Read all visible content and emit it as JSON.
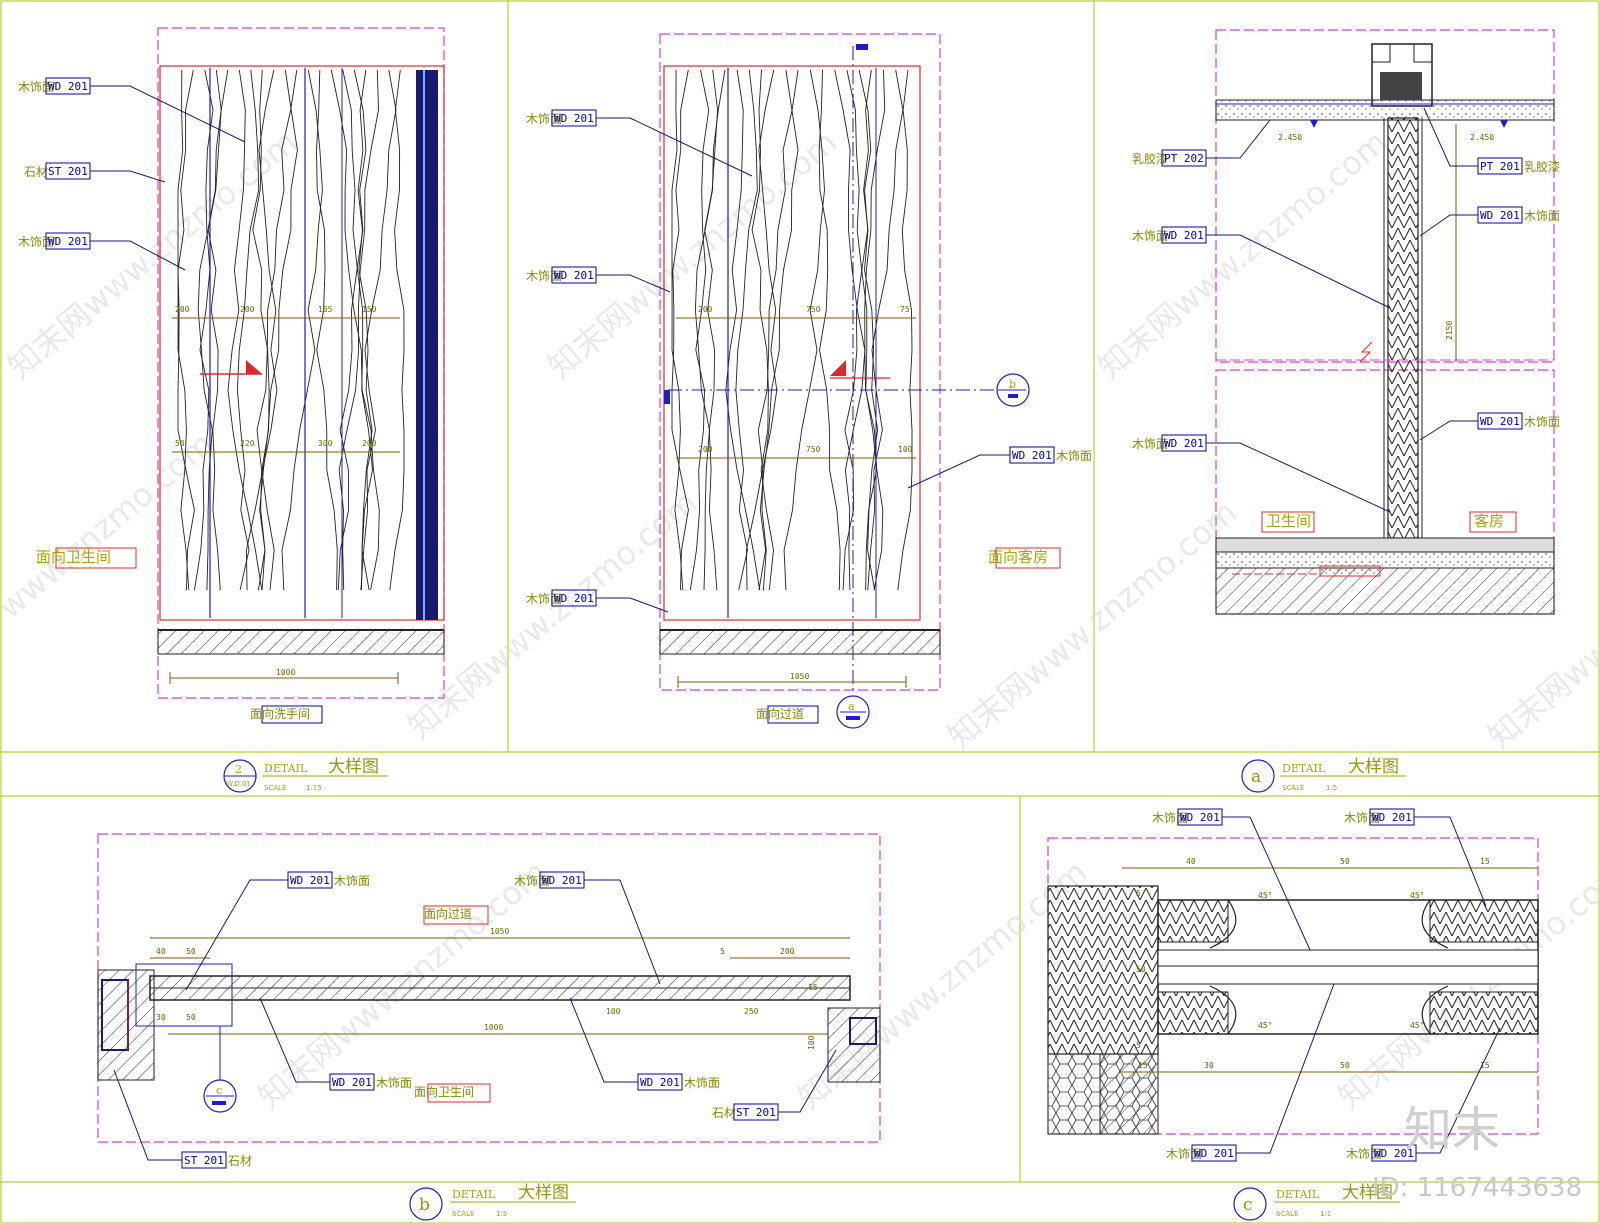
{
  "brand": "知末",
  "image_id": "ID: 1167443638",
  "watermark": "知末网www.znzmo.com",
  "watermark_short": "www.znzmo.com",
  "colors": {
    "frame": "#b4d42a",
    "magenta": "#e23ccf",
    "red": "#e0282a",
    "blue": "#1c1cd0",
    "navy": "#1a1a70",
    "olive": "#8a8a00",
    "wood": "#222222"
  },
  "panels": {
    "elev_wash": {
      "labels": [
        {
          "text": "木饰面",
          "code": "WD 201"
        },
        {
          "text": "石材",
          "code": "ST 201"
        },
        {
          "text": "木饰面",
          "code": "WD 201"
        }
      ],
      "room_side": "面向卫生间",
      "room_bottom": "面向洗手间",
      "dim_bottom": "1000",
      "dims_row1": [
        "200",
        "200",
        "165",
        "150"
      ],
      "dims_row2": [
        "50",
        "220",
        "300",
        "200"
      ]
    },
    "elev_corridor": {
      "labels": [
        {
          "text": "木饰面",
          "code": "WD 201"
        },
        {
          "text": "木饰面",
          "code": "WD 201"
        },
        {
          "text": "木饰面",
          "code": "WD 201"
        }
      ],
      "label_right": {
        "code": "WD 201",
        "text": "木饰面"
      },
      "room_side": "面向客房",
      "room_bottom": "面向过道",
      "dim_bottom": "1050",
      "dims_row1": [
        "200",
        "750",
        "75"
      ],
      "dims_row2": [
        "200",
        "750",
        "100"
      ],
      "callout_a": "a",
      "callout_b": "b"
    },
    "section_a": {
      "labels_left": [
        {
          "text": "乳胶漆",
          "code": "PT 202"
        },
        {
          "text": "木饰面",
          "code": "WD 201"
        },
        {
          "text": "木饰面",
          "code": "WD 201"
        }
      ],
      "labels_right": [
        {
          "code": "PT 201",
          "text": "乳胶漆"
        },
        {
          "code": "WD 201",
          "text": "木饰面"
        },
        {
          "code": "WD 201",
          "text": "木饰面"
        }
      ],
      "level_left": "2.450",
      "level_right": "2.450",
      "dim_v": "2150",
      "room_left": "卫生间",
      "room_right": "客房"
    },
    "plan_b": {
      "labels_top": [
        {
          "code": "WD 201",
          "text": "木饰面"
        },
        {
          "text": "木饰面",
          "code": "WD 201"
        }
      ],
      "labels_bottom": [
        {
          "code": "WD 201",
          "text": "木饰面"
        },
        {
          "code": "WD 201",
          "text": "木饰面"
        },
        {
          "code": "ST 201",
          "text": "石材"
        },
        {
          "text": "石材",
          "code": "ST 201"
        }
      ],
      "room_top": "面向过道",
      "room_bottom": "面向卫生间",
      "dims": [
        "1050",
        "40",
        "50",
        "5",
        "200",
        "30",
        "50",
        "1000",
        "100",
        "250",
        "15",
        "100"
      ],
      "callout_c": "c"
    },
    "detail_c": {
      "labels_top": [
        {
          "text": "木饰面",
          "code": "WD 201"
        },
        {
          "text": "木饰面",
          "code": "WD 201"
        }
      ],
      "labels_bottom": [
        {
          "text": "木饰面",
          "code": "WD 201"
        },
        {
          "text": "木饰面",
          "code": "WD 201"
        }
      ],
      "dims_top": [
        "40",
        "50",
        "15"
      ],
      "dims_bottom": [
        "15",
        "30",
        "50",
        "15"
      ],
      "dims_side": [
        "5",
        "50",
        "5"
      ],
      "angles": [
        "45°",
        "45°",
        "45°",
        "45°"
      ]
    }
  },
  "titles": [
    {
      "id": "2",
      "sub": "W.D.01",
      "detail": "DETAIL",
      "cn": "大样图",
      "scale_label": "SCALE",
      "scale": "1:15"
    },
    {
      "id": "a",
      "detail": "DETAIL",
      "cn": "大样图",
      "scale_label": "SCALE",
      "scale": "1:5"
    },
    {
      "id": "b",
      "detail": "DETAIL",
      "cn": "大样图",
      "scale_label": "SCALE",
      "scale": "1:5"
    },
    {
      "id": "c",
      "detail": "DETAIL",
      "cn": "大样图",
      "scale_label": "SCALE",
      "scale": "1:1"
    }
  ]
}
